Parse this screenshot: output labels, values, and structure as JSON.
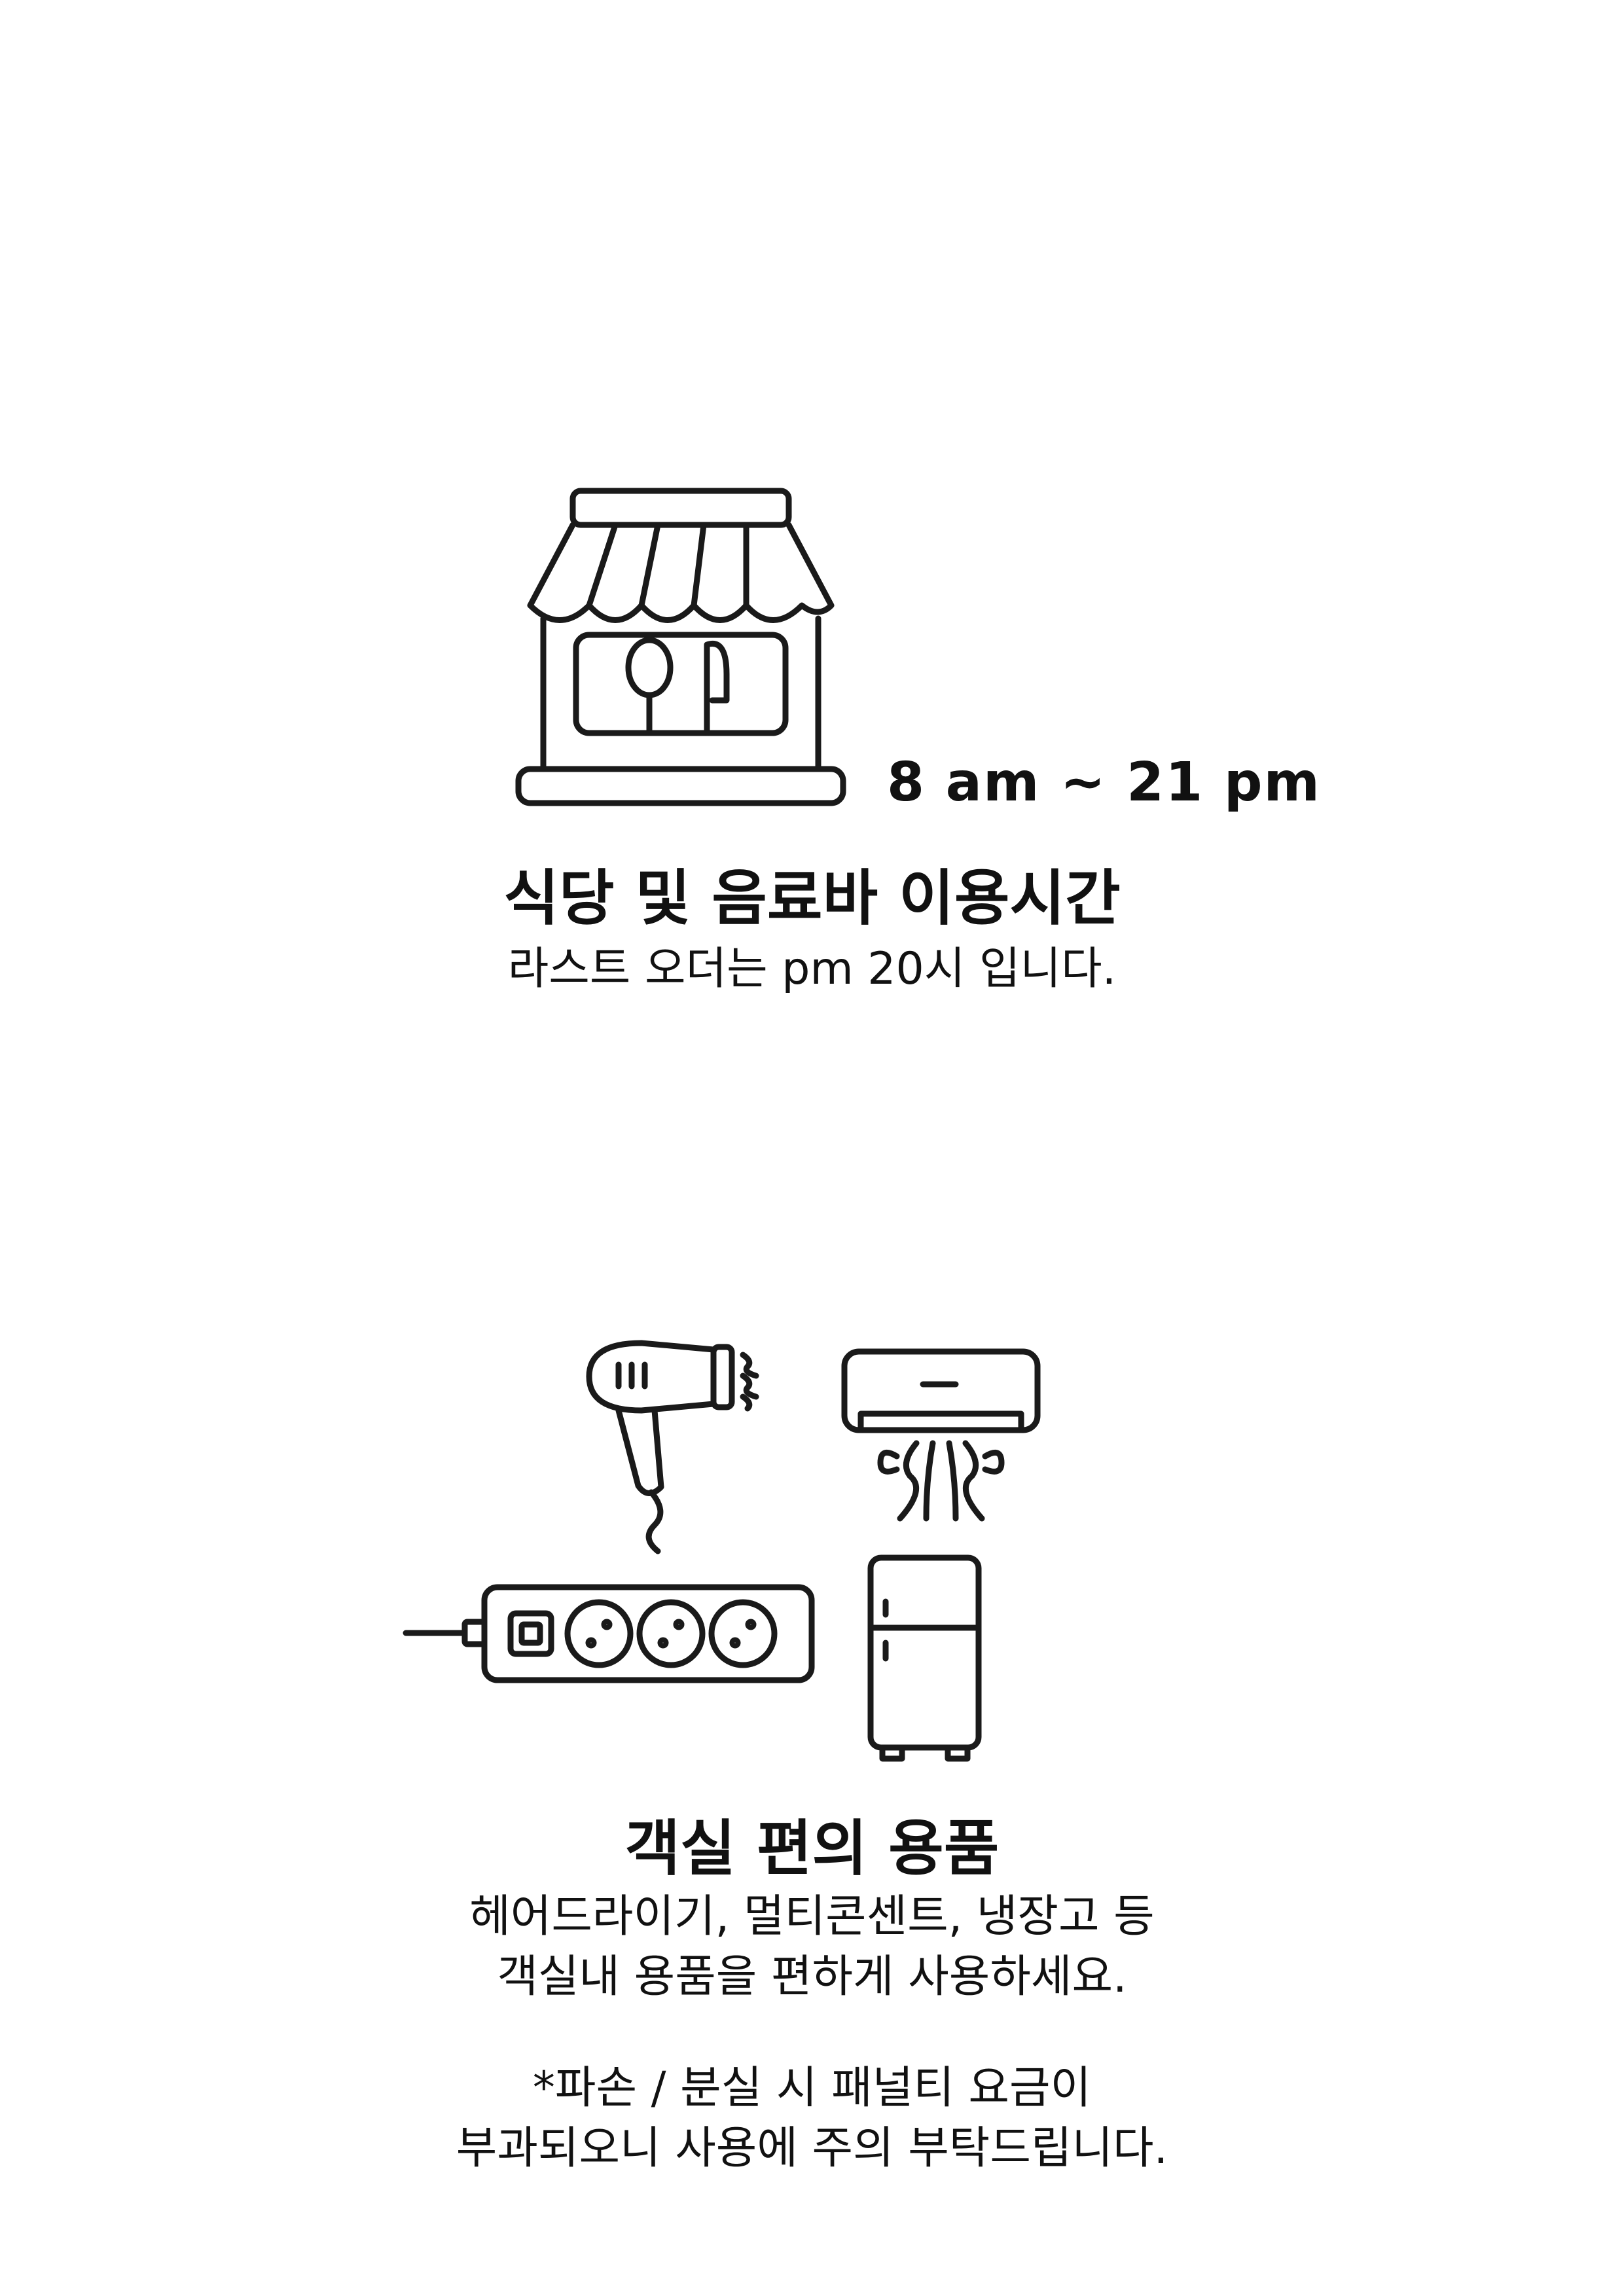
{
  "restaurant": {
    "icon": "restaurant-storefront-icon",
    "hours": "8 am ~ 21 pm",
    "title": "식당 및 음료바 이용시간",
    "note": "라스트 오더는 pm 20시 입니다."
  },
  "amenities": {
    "icons": [
      "hair-dryer-icon",
      "air-conditioner-icon",
      "power-strip-icon",
      "refrigerator-icon"
    ],
    "title": "객실 편의 용품",
    "line1": "헤어드라이기, 멀티콘센트, 냉장고 등",
    "line2": "객실내 용품을 편하게 사용하세요.",
    "warning1": "*파손 / 분실 시 패널티 요금이",
    "warning2": "부과되오니 사용에 주의 부탁드립니다."
  }
}
